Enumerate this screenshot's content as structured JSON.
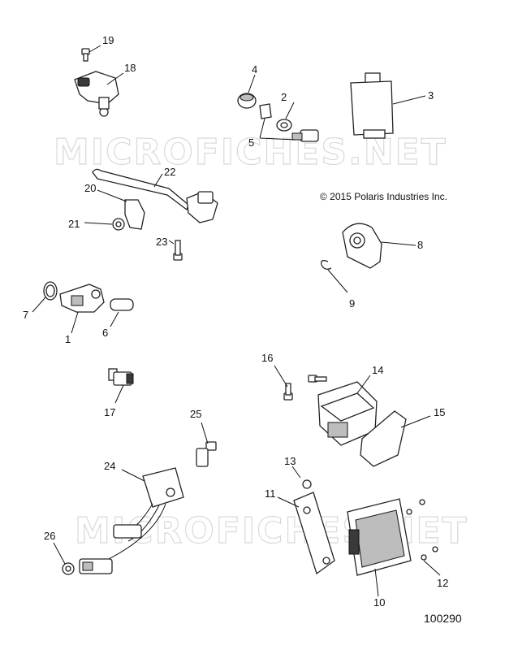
{
  "copyright": "© 2015 Polaris Industries Inc.",
  "diagram_id": "100290",
  "watermark": "MICROFICHES.NET",
  "callouts": {
    "c1": "1",
    "c2": "2",
    "c3": "3",
    "c4": "4",
    "c5": "5",
    "c6": "6",
    "c7": "7",
    "c8": "8",
    "c9": "9",
    "c10": "10",
    "c11": "11",
    "c12": "12",
    "c13": "13",
    "c14": "14",
    "c15": "15",
    "c16": "16",
    "c17": "17",
    "c18": "18",
    "c19": "19",
    "c20": "20",
    "c21": "21",
    "c22": "22",
    "c23": "23",
    "c24": "24",
    "c25": "25",
    "c26": "26"
  }
}
